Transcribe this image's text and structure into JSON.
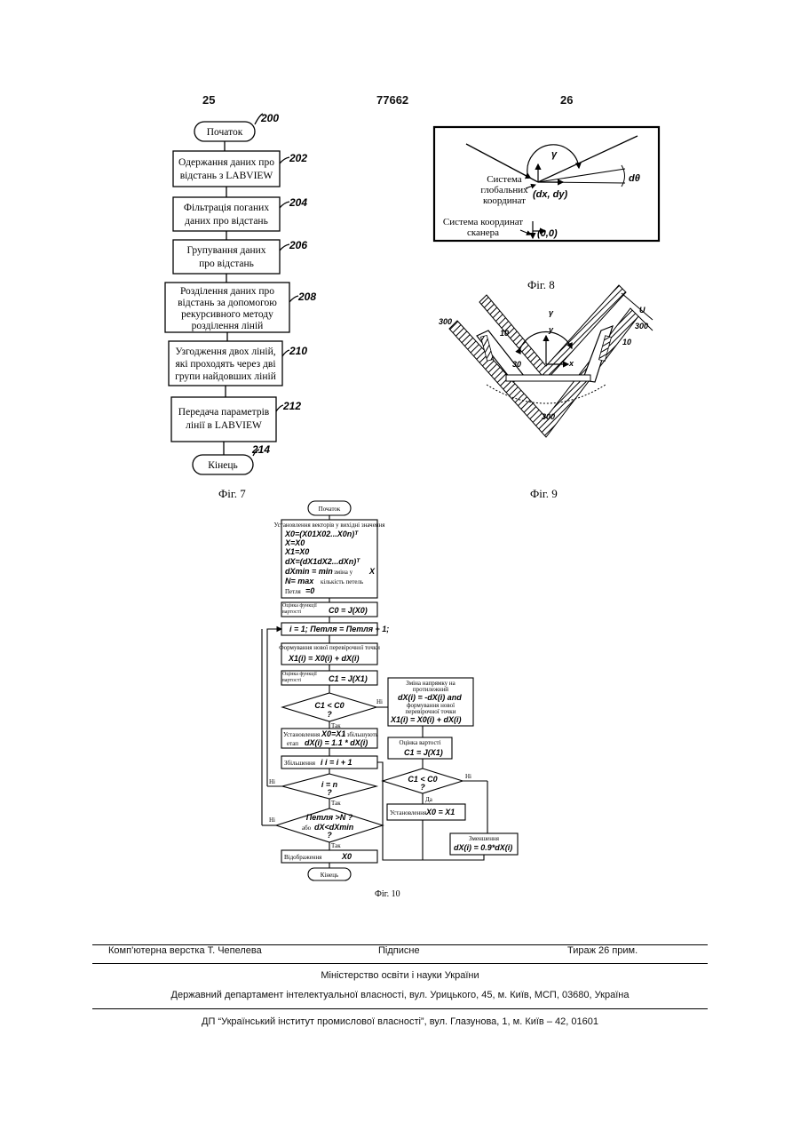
{
  "header": {
    "page_left": "25",
    "patent_number": "77662",
    "page_right": "26"
  },
  "fig7": {
    "caption": "Фіг. 7",
    "start": "Початок",
    "start_ref": "200",
    "steps": [
      {
        "line1": "Одержання даних про",
        "line2": "відстань з LABVIEW",
        "ref": "202"
      },
      {
        "line1": "Фільтрація поганих",
        "line2": "даних про відстань",
        "ref": "204"
      },
      {
        "line1": "Групування даних",
        "line2": "про відстань",
        "ref": "206"
      },
      {
        "line1": "Розділення даних про",
        "line2": "відстань за допомогою",
        "line3": "рекурсивного методу",
        "line4": "розділення ліній",
        "ref": "208"
      },
      {
        "line1": "Узгодження двох ліній,",
        "line2": "які проходять через дві",
        "line3": "групи найдовших ліній",
        "ref": "210"
      },
      {
        "line1": "Передача параметрів",
        "line2": "лінії в LABVIEW",
        "ref": "212"
      }
    ],
    "end": "Кінець",
    "end_ref": "214"
  },
  "fig8": {
    "caption": "Фіг. 8",
    "gamma": "γ",
    "global_label_1": "Система",
    "global_label_2": "глобальних",
    "global_label_3": "координат",
    "point": "(dx, dy)",
    "dtheta": "dθ",
    "scanner_label_1": "Система координат",
    "scanner_label_2": "сканера",
    "origin": "(0,0)"
  },
  "fig9": {
    "caption": "Фіг. 9",
    "r300a": "300",
    "r300b": "300",
    "r300c": "300",
    "r10a": "10",
    "r10b": "10",
    "r30": "30",
    "u": "U",
    "gamma": "γ",
    "y": "y",
    "x": "x"
  },
  "fig10": {
    "caption": "Фіг. 10",
    "start": "Початок",
    "init_title": "Установлення векторів у вихідні значення",
    "init_1": "X0=(X01X02...X0n)ᵀ",
    "init_2": "X=X0",
    "init_3": "X1=X0",
    "init_4": "dX=(dX1dX2...dXn)ᵀ",
    "init_5a": "dXmin = min",
    "init_5b": "зміна у",
    "init_5c": "X",
    "init_6a": "N= max",
    "init_6b": "кількість петель",
    "init_7a": "Петля",
    "init_7b": "=0",
    "cost_label": "Оцінка функції вартості",
    "cost_expr": "C0 = J(X0)",
    "loop": "i = 1;  Петля = Петля + 1;",
    "new_trial_label": "Формування нової перевірочної точки",
    "new_trial_expr": "X1(i) = X0(i) + dX(i)",
    "cost2_label": "Оцінка функції вартості",
    "cost2_expr": "C1 = J(X1)",
    "cond1": "C1 < C0",
    "q": "?",
    "yes": "Так",
    "no": "Ні",
    "yes_da": "Да",
    "update_a": "Установлення",
    "update_b": "X0=X1",
    "update_c": "і збільшують",
    "update_d": "етап",
    "update_e": "dX(i) = 1.1 * dX(i)",
    "incr_label": "Збільшення",
    "incr_expr": "i    i = i + 1",
    "cond2": "i = n",
    "cond3a": "Петля >N ?",
    "cond3b": "або",
    "cond3c": "dX<dXmin",
    "display_label": "Відображення",
    "display_expr": "X0",
    "end": "Кінець",
    "rev_title_1": "Зміна напрямку на",
    "rev_title_2": "протилежний",
    "rev_expr_1": "dX(i) = -dX(i) and",
    "rev_title_3": "формування нової",
    "rev_title_4": "перевірочної точки",
    "rev_expr_2": "X1(i) = X0(i) + dX(i)",
    "cost3_label": "Оцінка вартості",
    "cost3_expr": "C1 = J(X1)",
    "cond4": "C1 < C0",
    "set_label": "Установлення",
    "set_expr": "X0 = X1",
    "dec_label": "Зменшення",
    "dec_expr": "dX(i) = 0.9*dX(i)"
  },
  "footer": {
    "layout": "Комп’ютерна верстка Т. Чепелева",
    "signed": "Підписне",
    "print_run": "Тираж 26 прим.",
    "ministry": "Міністерство освіти і науки України",
    "department": "Державний департамент інтелектуальної власності, вул. Урицького, 45, м. Київ, МСП, 03680, Україна",
    "publisher": "ДП “Український інститут промислової власності”, вул. Глазунова, 1, м. Київ – 42, 01601"
  }
}
